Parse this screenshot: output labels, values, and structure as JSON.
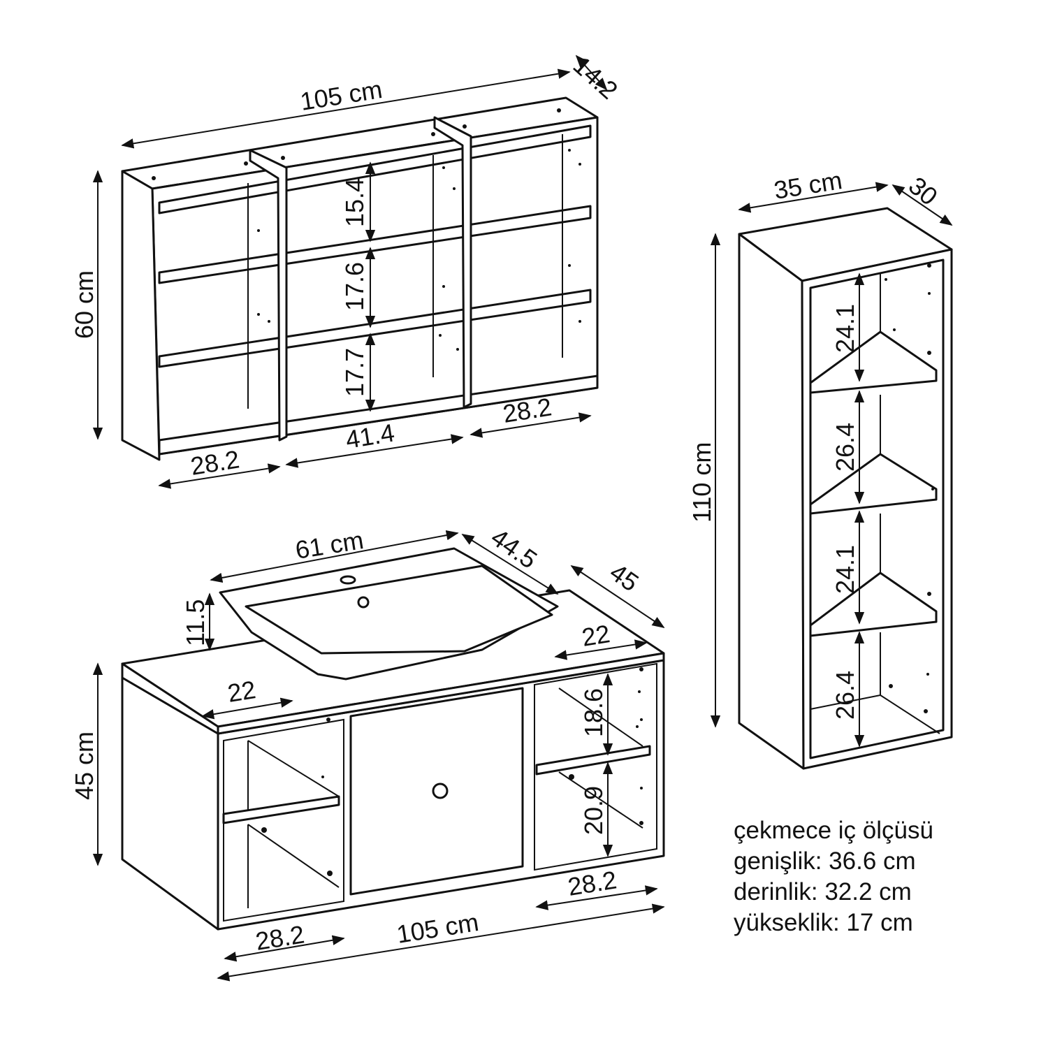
{
  "wall_cabinet": {
    "width": "105 cm",
    "depth": "14.2",
    "height": "60 cm",
    "shelf_top": "15.4",
    "shelf_middle": "17.6",
    "shelf_bottom": "17.7",
    "left_width": "28.2",
    "center_width": "41.4",
    "right_width": "28.2"
  },
  "tall_cabinet": {
    "width": "35 cm",
    "depth": "30",
    "height": "110 cm",
    "shelf_1": "24.1",
    "shelf_2": "26.4",
    "shelf_3": "24.1",
    "shelf_4": "26.4"
  },
  "vanity": {
    "basin_width": "61 cm",
    "basin_depth": "44.5",
    "basin_height": "11.5",
    "depth": "45",
    "height": "45 cm",
    "top_left_depth": "22",
    "top_right_depth": "22",
    "right_shelf_top": "18.6",
    "right_shelf_bottom": "20.9",
    "left_width": "28.2",
    "right_width": "28.2",
    "total_width": "105 cm"
  },
  "drawer_note": {
    "title": "çekmece iç ölçüsü",
    "width": "genişlik: 36.6 cm",
    "depth": "derinlik: 32.2 cm",
    "height": "yükseklik: 17 cm"
  }
}
